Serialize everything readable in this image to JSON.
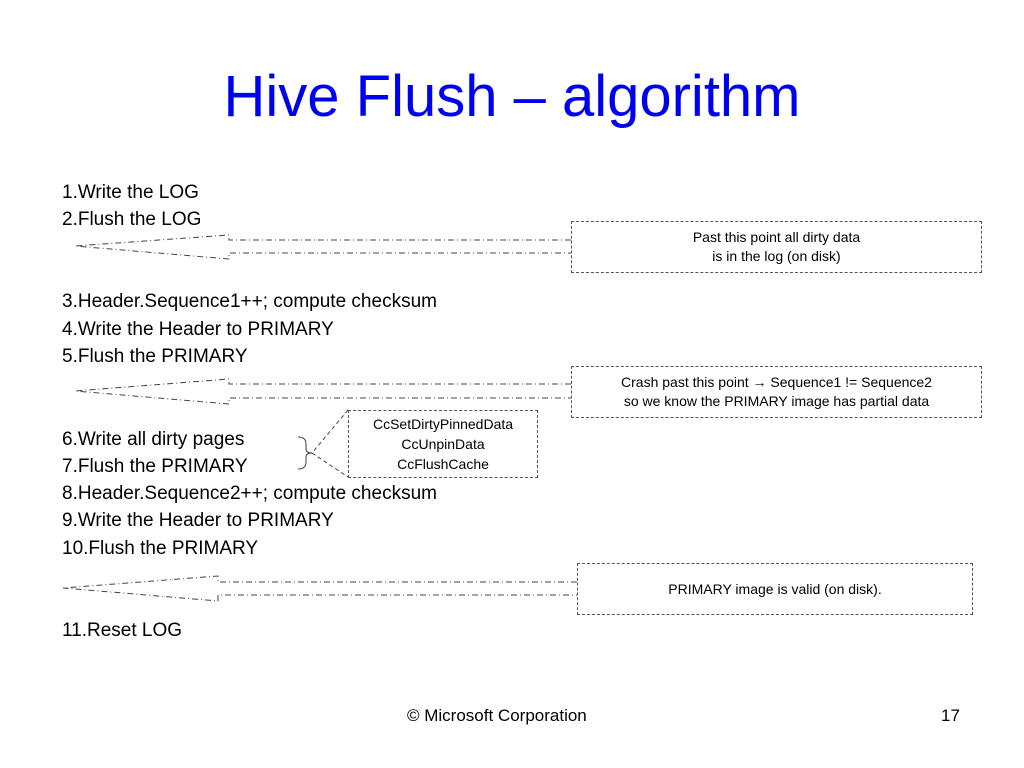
{
  "title": "Hive Flush – algorithm",
  "steps": [
    "1.Write the LOG",
    "2.Flush the LOG",
    "3.Header.Sequence1++; compute checksum",
    "4.Write the Header to PRIMARY",
    "5.Flush the PRIMARY",
    "6.Write all dirty pages",
    "7.Flush the PRIMARY",
    "8.Header.Sequence2++; compute checksum",
    "9.Write the Header to PRIMARY",
    "10.Flush the PRIMARY",
    "11.Reset LOG"
  ],
  "callouts": {
    "log_flushed": [
      "Past this point all dirty data",
      "is in the log (on disk)"
    ],
    "crash_point": [
      "Crash past this point → Sequence1 != Sequence2",
      "so we know the PRIMARY image has partial data"
    ],
    "cc_calls": [
      "CcSetDirtyPinnedData",
      "CcUnpinData",
      "CcFlushCache"
    ],
    "primary_valid": [
      "PRIMARY image is valid (on disk)."
    ]
  },
  "footer": {
    "copyright": "© Microsoft Corporation",
    "page_number": "17"
  }
}
